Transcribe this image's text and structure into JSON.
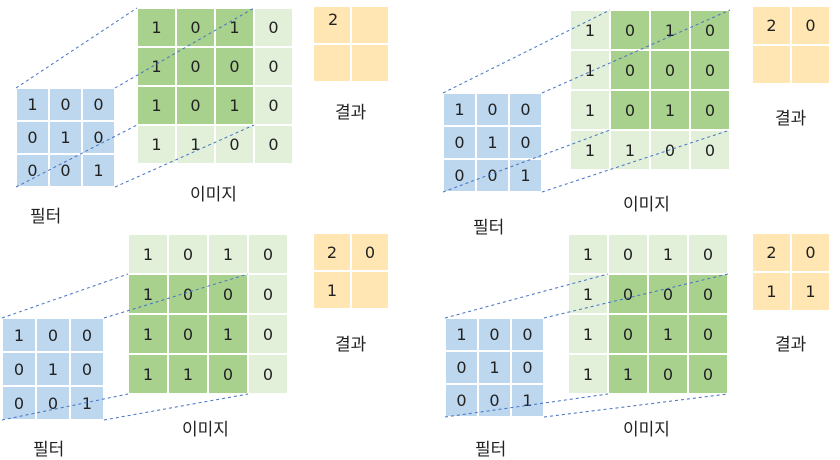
{
  "image_matrix": [
    [
      1,
      0,
      1,
      0
    ],
    [
      1,
      0,
      0,
      0
    ],
    [
      1,
      0,
      1,
      0
    ],
    [
      1,
      1,
      0,
      0
    ]
  ],
  "filter_matrix": [
    [
      1,
      0,
      0
    ],
    [
      0,
      1,
      0
    ],
    [
      0,
      0,
      1
    ]
  ],
  "labels": {
    "filter": "필터",
    "image": "이미지",
    "result": "결과"
  },
  "steps": [
    {
      "result": [
        [
          "2",
          ""
        ],
        [
          "",
          ""
        ]
      ]
    },
    {
      "result": [
        [
          "2",
          "0"
        ],
        [
          "",
          ""
        ]
      ]
    },
    {
      "result": [
        [
          "2",
          "0"
        ],
        [
          "1",
          ""
        ]
      ]
    },
    {
      "result": [
        [
          "2",
          "0"
        ],
        [
          "1",
          "1"
        ]
      ]
    }
  ],
  "colors": {
    "image_light": "#e2f0d9",
    "image_dark": "#a9d18e",
    "filter": "#bdd7ee",
    "result": "#ffe6b3",
    "guide_line": "#4472c4"
  }
}
